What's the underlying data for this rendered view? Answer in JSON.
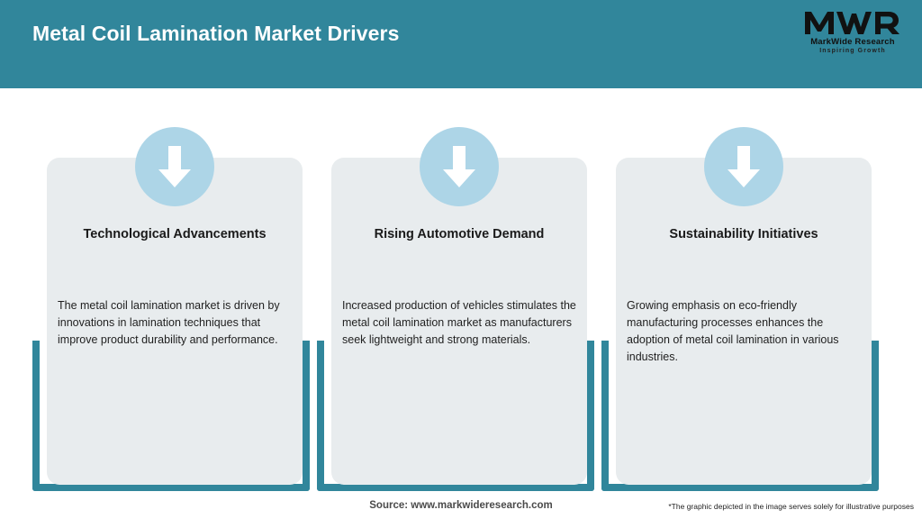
{
  "header": {
    "title": "Metal Coil Lamination Market Drivers",
    "background_color": "#31869B",
    "title_color": "#ffffff"
  },
  "logo": {
    "mark": "MWR",
    "name": "MarkWide Research",
    "tagline": "Inspiring Growth"
  },
  "theme": {
    "accent_teal": "#31869B",
    "card_background": "#E8ECEE",
    "icon_circle": "#ADD5E7",
    "arrow_color": "#ffffff"
  },
  "cards": [
    {
      "icon": "arrow-down-icon",
      "title": "Technological Advancements",
      "description": "The metal coil lamination market is driven by innovations in lamination techniques that improve product durability and performance."
    },
    {
      "icon": "arrow-down-icon",
      "title": "Rising Automotive Demand",
      "description": "Increased production of vehicles stimulates the metal coil lamination market as manufacturers seek lightweight and strong materials."
    },
    {
      "icon": "arrow-down-icon",
      "title": "Sustainability Initiatives",
      "description": "Growing emphasis on eco-friendly manufacturing processes enhances the adoption of metal coil lamination in various industries."
    }
  ],
  "footer": {
    "source": "Source: www.markwideresearch.com",
    "disclaimer": "*The graphic depicted in the image serves solely for illustrative purposes"
  }
}
